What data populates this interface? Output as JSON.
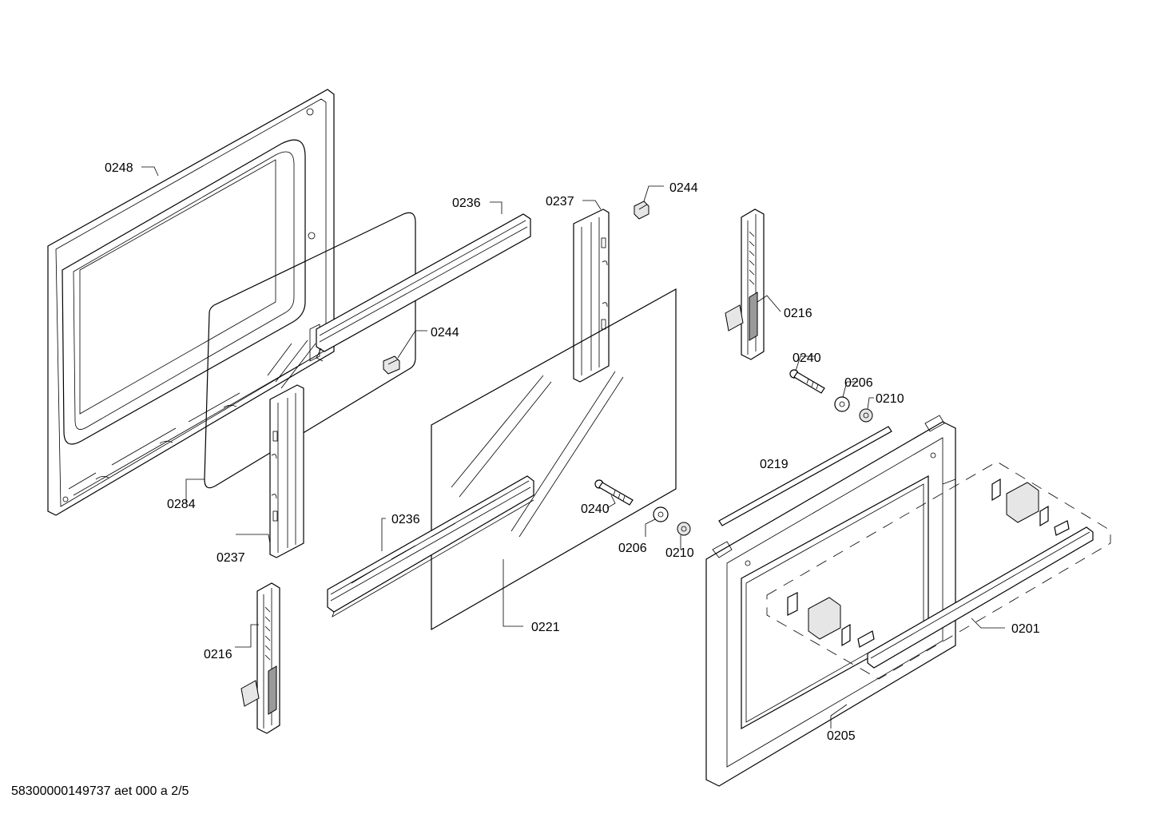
{
  "diagram": {
    "labels": {
      "p0248": "0248",
      "p0236_top": "0236",
      "p0237_top": "0237",
      "p0244_top": "0244",
      "p0244_mid": "0244",
      "p0216_right": "0216",
      "p0240_right": "0240",
      "p0206_right": "0206",
      "p0210_right": "0210",
      "p0219": "0219",
      "p0284": "0284",
      "p0237_left": "0237",
      "p0236_bottom": "0236",
      "p0240_mid": "0240",
      "p0206_mid": "0206",
      "p0210_mid": "0210",
      "p0221": "0221",
      "p0201": "0201",
      "p0216_left": "0216",
      "p0205": "0205"
    },
    "footer": "58300000149737 aet 000 a 2/5"
  }
}
